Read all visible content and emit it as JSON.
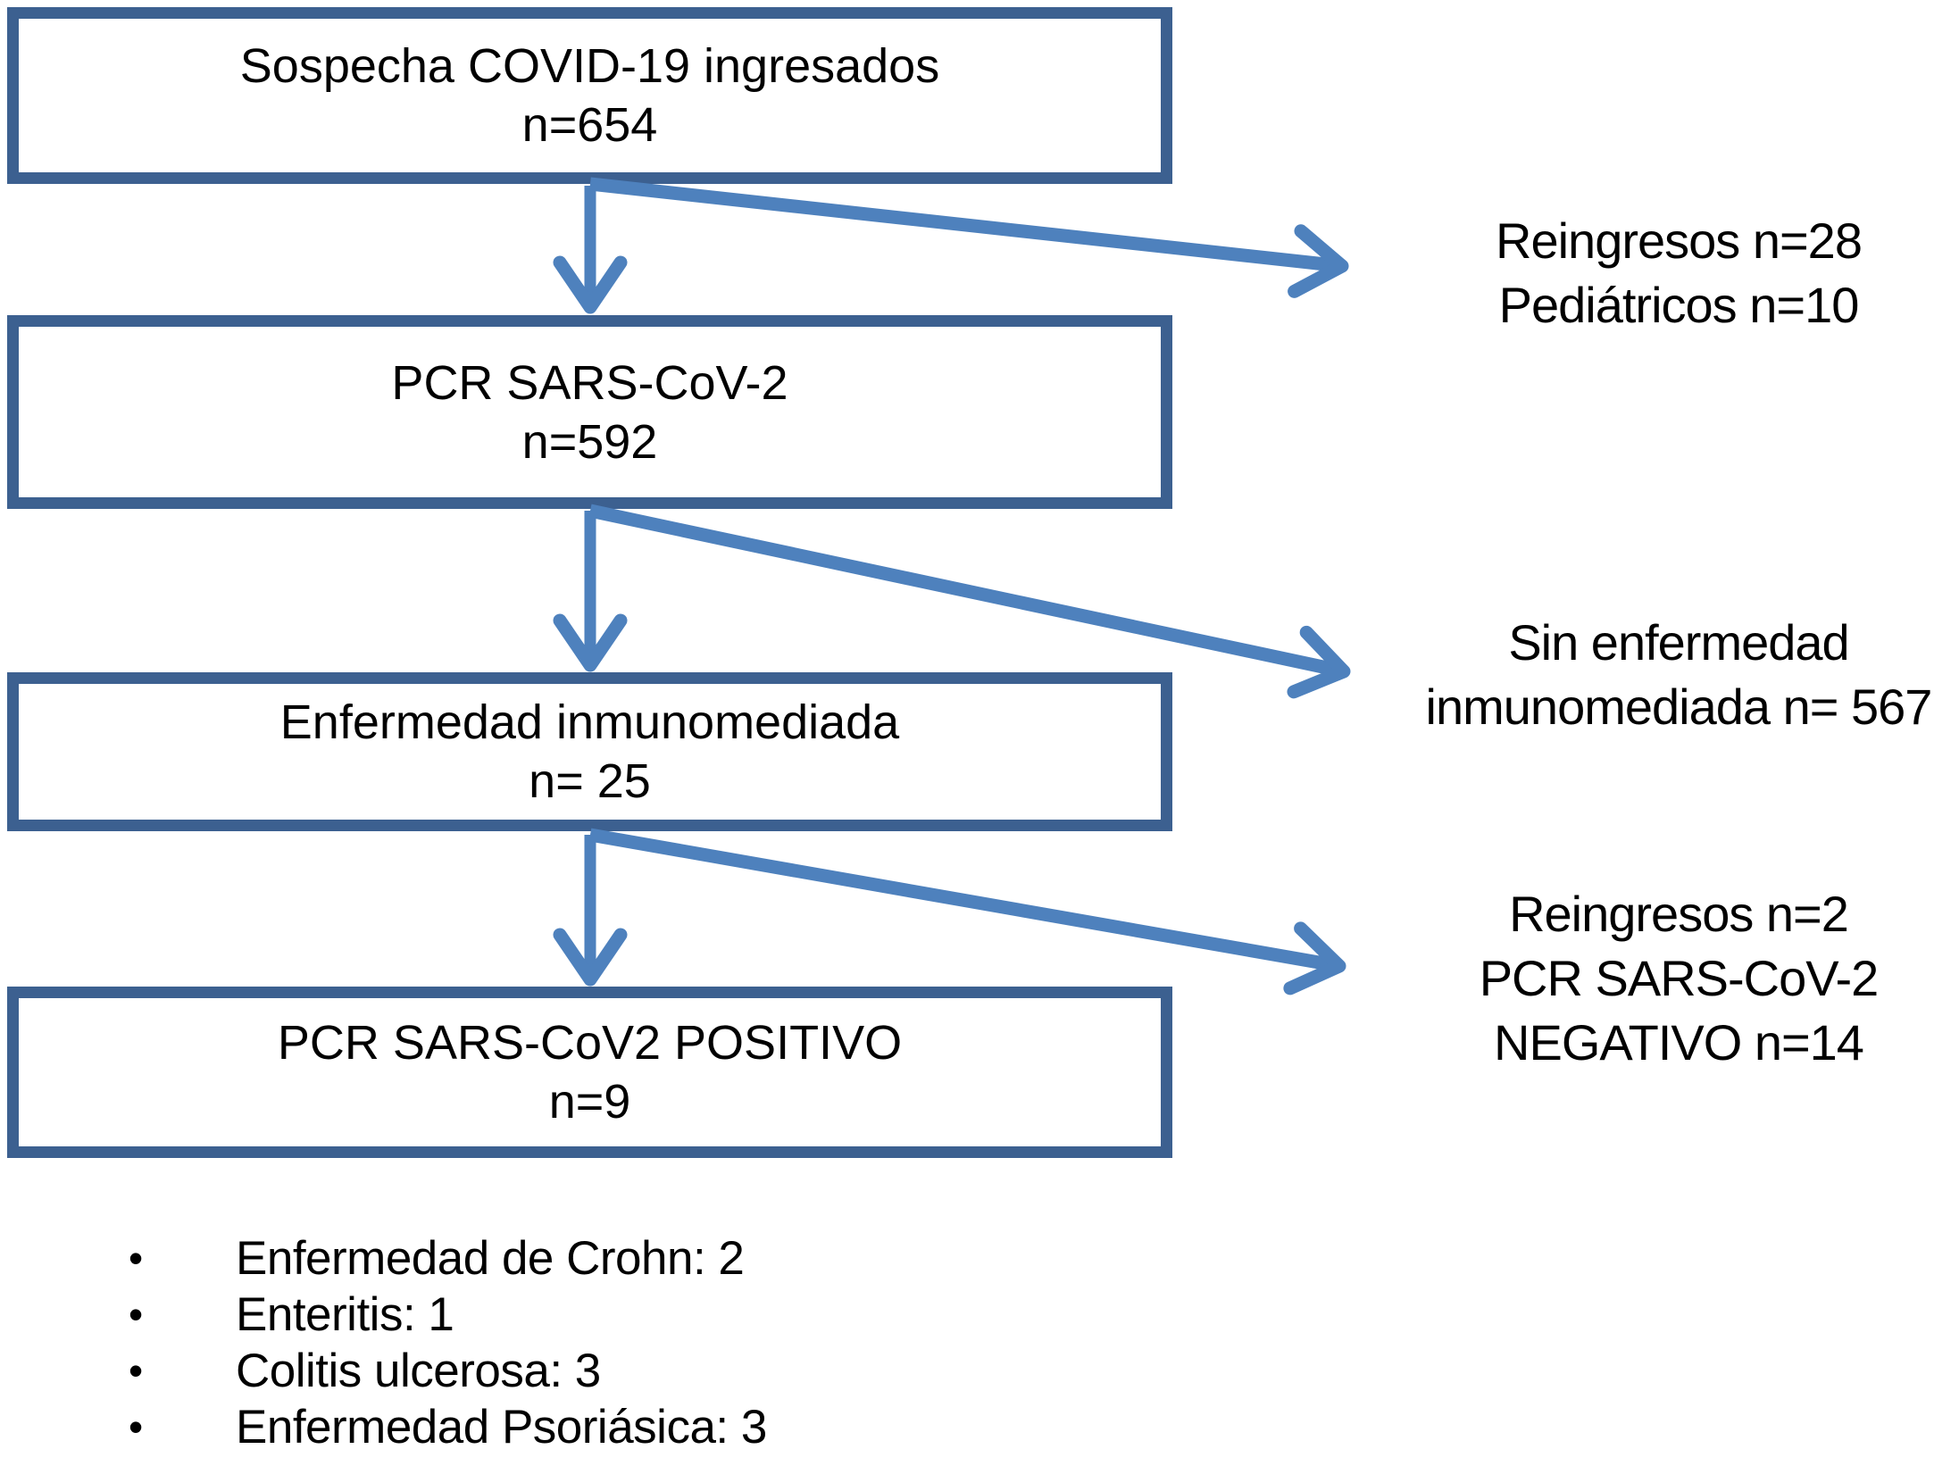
{
  "colors": {
    "box_border": "#3C6090",
    "arrow": "#4E81BD",
    "text": "#000000",
    "background": "#FFFFFF"
  },
  "flow_boxes": [
    {
      "title": "Sospecha COVID-19 ingresados",
      "count": "n=654"
    },
    {
      "title": "PCR SARS-CoV-2",
      "count": "n=592"
    },
    {
      "title": "Enfermedad inmunomediada",
      "count": "n= 25"
    },
    {
      "title": "PCR SARS-CoV2 POSITIVO",
      "count": "n=9"
    }
  ],
  "side_notes": [
    {
      "lines": [
        "Reingresos n=28",
        "Pediátricos n=10"
      ]
    },
    {
      "lines": [
        "Sin enfermedad",
        "inmunomediada n= 567"
      ]
    },
    {
      "lines": [
        "Reingresos n=2",
        "PCR SARS-CoV-2",
        "NEGATIVO n=14"
      ]
    }
  ],
  "diagnosis_list": {
    "bullet": "•",
    "items": [
      "Enfermedad de Crohn: 2",
      "Enteritis: 1",
      "Colitis ulcerosa: 3",
      "Enfermedad Psoriásica: 3"
    ]
  }
}
